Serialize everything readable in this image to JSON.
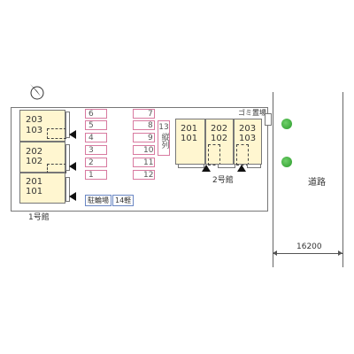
{
  "site": {
    "building1": {
      "label": "1号館",
      "units": [
        {
          "upper": "203",
          "lower": "103"
        },
        {
          "upper": "202",
          "lower": "102"
        },
        {
          "upper": "201",
          "lower": "101"
        }
      ]
    },
    "building2": {
      "label": "2号館",
      "units": [
        {
          "upper": "201",
          "lower": "101"
        },
        {
          "upper": "202",
          "lower": "102"
        },
        {
          "upper": "203",
          "lower": "103"
        }
      ]
    },
    "parking_left": [
      "6",
      "5",
      "4",
      "3",
      "2",
      "1"
    ],
    "parking_right": [
      "7",
      "8",
      "9",
      "10",
      "11",
      "12"
    ],
    "tandem_stall": {
      "number": "13",
      "note": "縦列"
    },
    "garbage_label": "ゴミ置場",
    "parking_label": "駐輪場",
    "parking_count": "14軽",
    "road_label": "道路",
    "road_width": "16200"
  },
  "icons": {
    "compass": "north-arrow-icon",
    "entrance": "entrance-arrow-icon",
    "tree": "tree-icon"
  },
  "colors": {
    "unit_fill": "#fff6d0",
    "stall_border": "#d87aa0",
    "tag_border": "#6a87c4",
    "tree": "#2a9a2a"
  }
}
